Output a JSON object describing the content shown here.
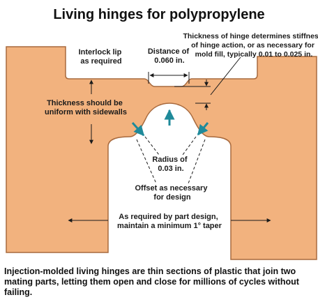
{
  "title": "Living hinges for polypropylene",
  "labels": {
    "interlock_lip": [
      "Interlock lip",
      "as required"
    ],
    "distance": [
      "Distance of",
      "0.060 in."
    ],
    "hinge_thickness": [
      "Thickness of hinge determines stiffness",
      "of hinge action, or as necessary for",
      "mold fill, typically 0.01 to 0.025 in."
    ],
    "uniform_thickness": [
      "Thickness should be",
      "uniform with sidewalls"
    ],
    "radius": [
      "Radius of",
      "0.03 in."
    ],
    "offset": [
      "Offset as necessary",
      "for design"
    ],
    "taper": [
      "As required by part design,",
      "maintain a minimum 1° taper"
    ]
  },
  "caption": [
    "Injection-molded living hinges are thin sections of plastic that join two",
    "mating parts, letting them open and close for millions of cycles without",
    "failing."
  ],
  "colors": {
    "part_fill": "#F2B27E",
    "part_stroke": "#A86A3E",
    "arrow_teal": "#1F8A9A",
    "dim_line": "#1a1a1a"
  }
}
